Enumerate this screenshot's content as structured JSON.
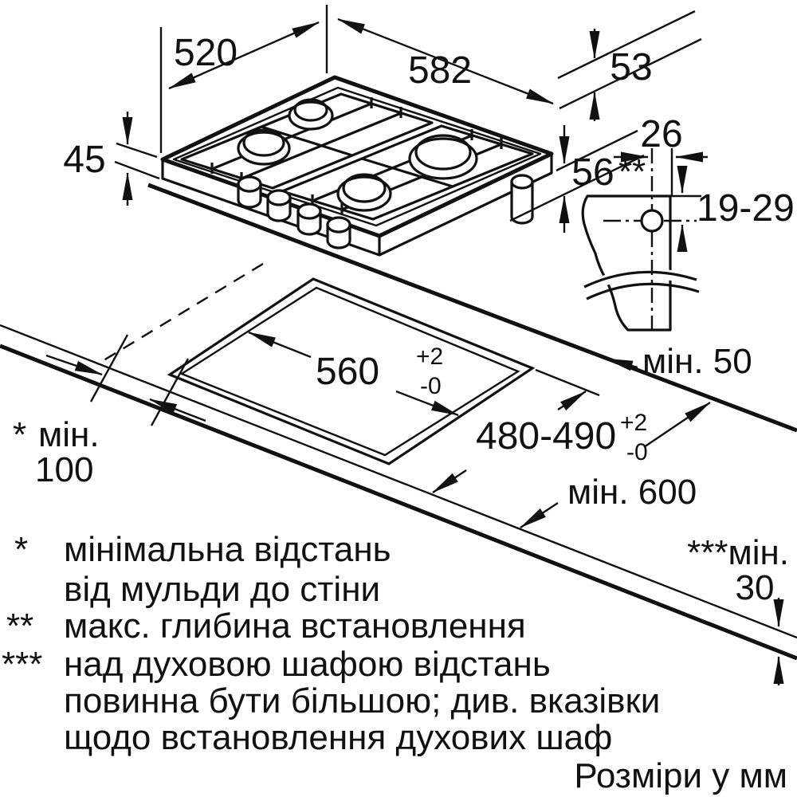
{
  "units_note": "Розміри у мм",
  "dimensions": {
    "hob_width": "520",
    "hob_depth": "582",
    "rim_53": "53",
    "profile_45": "45",
    "body_56": "56",
    "bracket_offset": "26",
    "bracket_marker": "**",
    "bracket_range": "19-29",
    "cutout_width": "560",
    "cutout_width_tol_plus": "+2",
    "cutout_width_tol_minus": "-0",
    "cutout_depth": "480-490",
    "cutout_depth_tol_plus": "+2",
    "cutout_depth_tol_minus": "-0",
    "min_rear_clearance": "мін. 50",
    "min_wall_marker": "*",
    "min_wall_label": " мін.",
    "min_wall_value": "100",
    "min_worktop_depth": "мін. 600",
    "min_oven_label": "***мін.",
    "min_oven_value": "30"
  },
  "footnotes": [
    {
      "marker": "*",
      "lines": [
        "мінімальна відстань",
        "від мульди до стіни"
      ]
    },
    {
      "marker": "**",
      "lines": [
        "макс. глибина встановлення"
      ]
    },
    {
      "marker": "***",
      "lines": [
        "над духовою шафою відстань",
        "повинна бути більшою; див. вказівки",
        "щодо встановлення духових шаф"
      ]
    }
  ]
}
